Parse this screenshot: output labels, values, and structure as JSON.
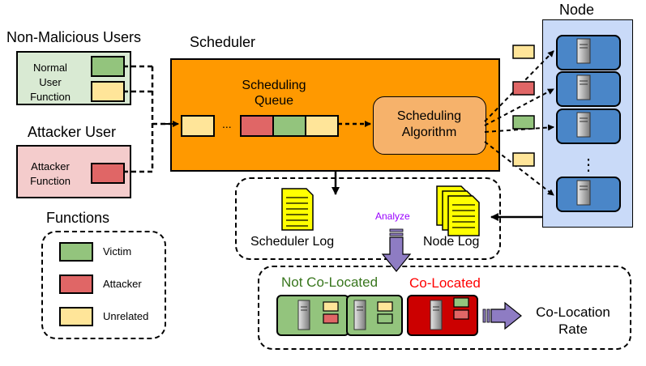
{
  "users": {
    "non_malicious_title": "Non-Malicious Users",
    "normal_function_lines": [
      "Normal",
      "User",
      "Function"
    ],
    "attacker_title": "Attacker User",
    "attacker_function_lines": [
      "Attacker",
      "Function"
    ]
  },
  "scheduler": {
    "title": "Scheduler",
    "queue_lines": [
      "Scheduling",
      "Queue"
    ],
    "ellipsis": "...",
    "algorithm_lines": [
      "Scheduling",
      "Algorithm"
    ]
  },
  "node": {
    "title": "Node",
    "vertical_ellipsis": "⋮"
  },
  "logs": {
    "scheduler_log": "Scheduler Log",
    "node_log": "Node Log",
    "analyze": "Analyze"
  },
  "legend": {
    "title": "Functions",
    "items": [
      {
        "label": "Victim",
        "color": "#93c47d"
      },
      {
        "label": "Attacker",
        "color": "#e06666"
      },
      {
        "label": "Unrelated",
        "color": "#ffe599"
      }
    ]
  },
  "result": {
    "not_colocated": "Not Co-Located",
    "colocated": "Co-Located",
    "rate_lines": [
      "Co-Location",
      "Rate"
    ]
  },
  "colors": {
    "victim": "#93c47d",
    "attacker": "#e06666",
    "unrelated": "#ffe599",
    "scheduler_bg": "#ff9900",
    "algorithm_bg": "#f6b26b",
    "node_panel": "#c9daf8",
    "node_server": "#4a86c8",
    "normal_user_bg": "#d9ead3",
    "attacker_user_bg": "#f4cccc",
    "not_colocated_text": "#38761d",
    "colocated_text": "#ff0000",
    "analyze_text": "#9900ff",
    "log_yellow": "#ffff00",
    "colocated_bg": "#cc0000"
  }
}
